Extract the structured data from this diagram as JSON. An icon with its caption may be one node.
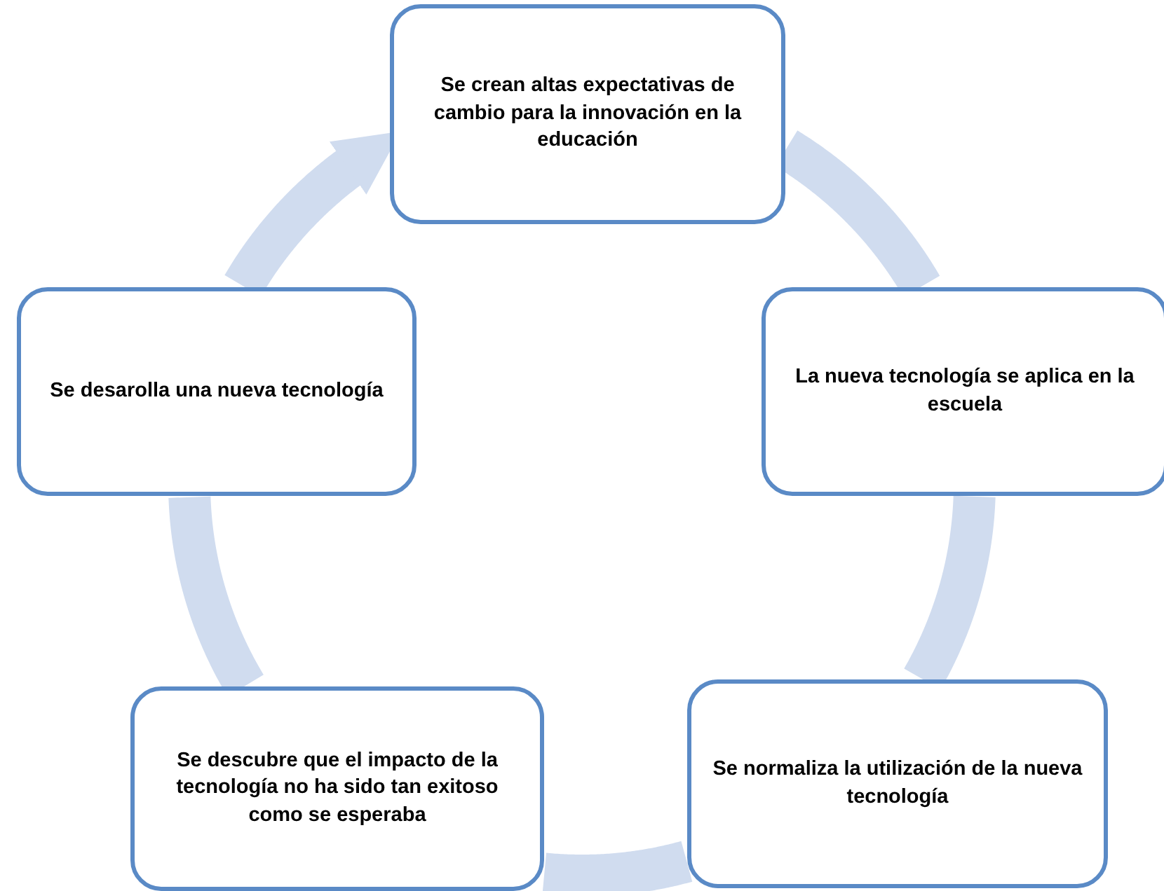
{
  "diagram": {
    "nodes": [
      {
        "text": [
          "Se crean altas expectativas de cambio para la innovación en la educación"
        ]
      },
      {
        "text": [
          "La nueva tecnología se aplica en la escuela"
        ]
      },
      {
        "text": [
          "Se normaliza la utilización de la nueva tecnología"
        ]
      },
      {
        "text": [
          "Se descubre que el impacto de la tecnología no ha sido tan exitoso como se esperaba"
        ]
      },
      {
        "text": [
          "Se desarolla una nueva tecnología"
        ]
      }
    ],
    "edges": [
      {
        "from": 0,
        "to": 1,
        "arrow": "none"
      },
      {
        "from": 1,
        "to": 2,
        "arrow": "none"
      },
      {
        "from": 2,
        "to": 3,
        "arrow": "none"
      },
      {
        "from": 3,
        "to": 4,
        "arrow": "none"
      },
      {
        "from": 4,
        "to": 0,
        "arrow": "to"
      }
    ]
  }
}
